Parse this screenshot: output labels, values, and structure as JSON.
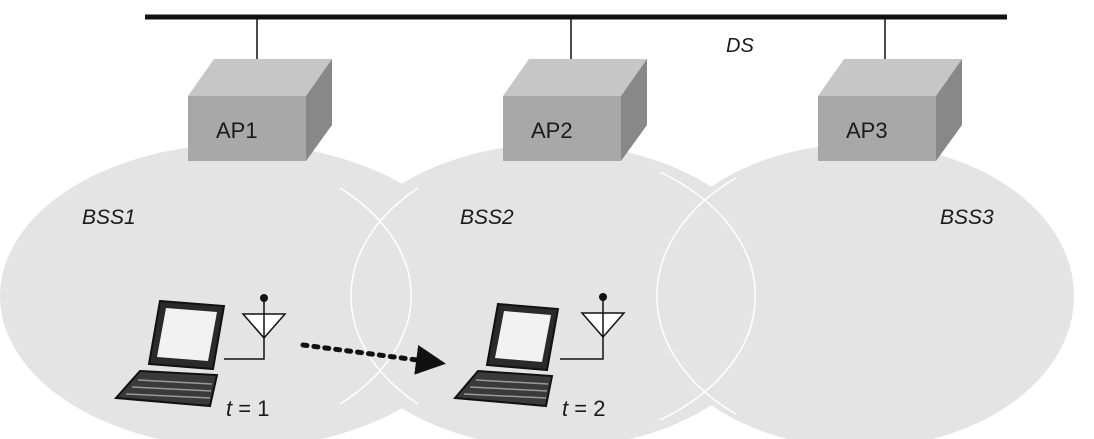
{
  "backbone": {
    "label": "DS"
  },
  "access_points": [
    {
      "label": "AP1"
    },
    {
      "label": "AP2"
    },
    {
      "label": "AP3"
    }
  ],
  "cells": [
    {
      "label": "BSS1"
    },
    {
      "label": "BSS2"
    },
    {
      "label": "BSS3"
    }
  ],
  "stations": [
    {
      "time_var": "t",
      "time_eq": " = 1"
    },
    {
      "time_var": "t",
      "time_eq": " = 2"
    }
  ],
  "colors": {
    "cell_fill": "#e4e4e4",
    "ap_front": "#a8a8a8",
    "ap_top": "#c6c6c6",
    "ap_side": "#888888",
    "line": "#111111"
  }
}
